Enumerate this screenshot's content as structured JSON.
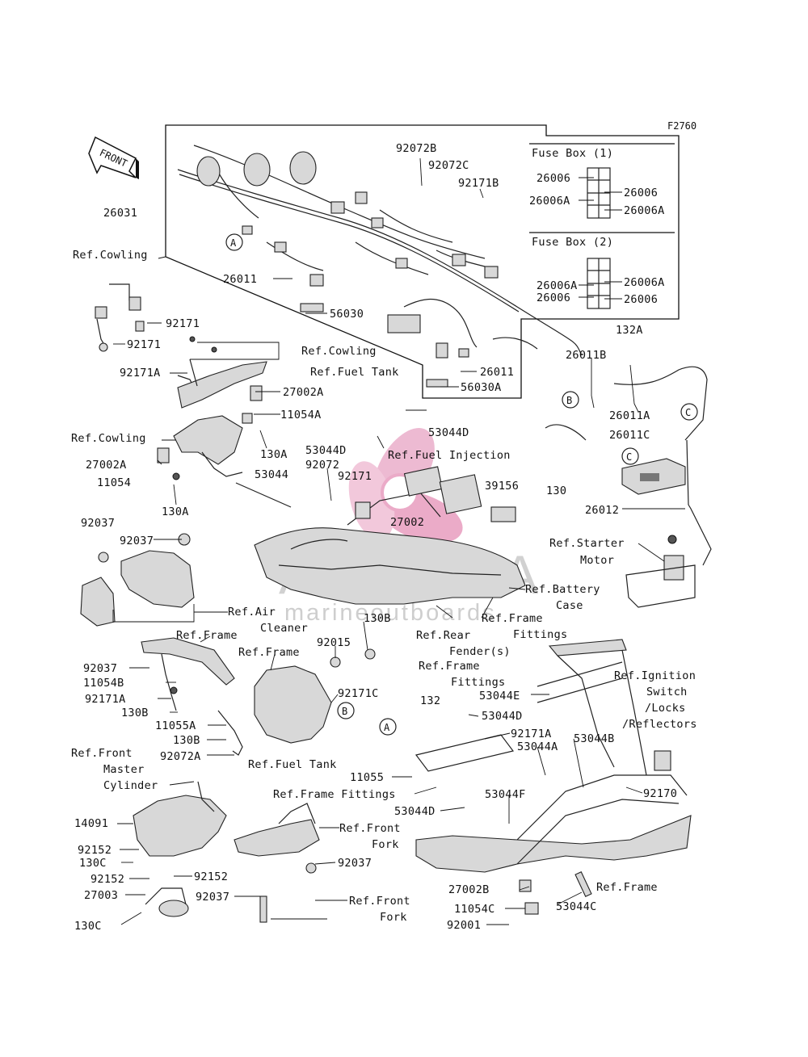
{
  "figure_code": "F2760",
  "front_label": "FRONT",
  "watermark": {
    "brand": "ARMADA",
    "tagline": "marineoutboards",
    "accent_color": "#e58fb6",
    "text_color": "#c8c8c8"
  },
  "fuse_box_1": {
    "title": "Fuse Box (1)",
    "labels": [
      "26006",
      "26006A",
      "26006",
      "26006A"
    ]
  },
  "fuse_box_2": {
    "title": "Fuse Box (2)",
    "labels": [
      "26006A",
      "26006",
      "26006A",
      "26006"
    ]
  },
  "callouts": [
    "A",
    "B",
    "C",
    "C",
    "B",
    "A"
  ],
  "labels": [
    "26031",
    "Ref.Cowling",
    "92072B",
    "92072C",
    "92171B",
    "26011",
    "56030",
    "132A",
    "92171",
    "92171",
    "Ref.Cowling",
    "Ref.Fuel Tank",
    "92171A",
    "26011",
    "56030A",
    "27002A",
    "11054A",
    "26011B",
    "26011A",
    "26011C",
    "Ref.Cowling",
    "130A",
    "53044D",
    "53044D",
    "27002A",
    "92072",
    "Ref.Fuel Injection",
    "11054",
    "53044",
    "92171",
    "130",
    "39156",
    "26012",
    "130A",
    "27002",
    "92037",
    "92037",
    "Ref.Starter",
    "Motor",
    "Ref.Air",
    "Cleaner",
    "Ref.Battery",
    "Case",
    "Ref.Frame",
    "130B",
    "Ref.Rear",
    "Fender(s)",
    "Ref.Frame",
    "Fittings",
    "Ref.Frame",
    "92015",
    "Ref.Frame",
    "Fittings",
    "92037",
    "11054B",
    "92171C",
    "132",
    "53044E",
    "92171A",
    "130B",
    "11055A",
    "130B",
    "92072A",
    "Ref.Ignition",
    "Switch",
    "/Locks",
    "/Reflectors",
    "53044D",
    "92171A",
    "53044B",
    "53044A",
    "Ref.Front",
    "Master",
    "Cylinder",
    "Ref.Fuel Tank",
    "11055",
    "92170",
    "Ref.Frame Fittings",
    "53044D",
    "53044F",
    "14091",
    "Ref.Front",
    "Fork",
    "92152",
    "130C",
    "92037",
    "92152",
    "92152",
    "27003",
    "92037",
    "Ref.Front",
    "Fork",
    "27002B",
    "53044C",
    "Ref.Frame",
    "11054C",
    "130C",
    "92001"
  ]
}
